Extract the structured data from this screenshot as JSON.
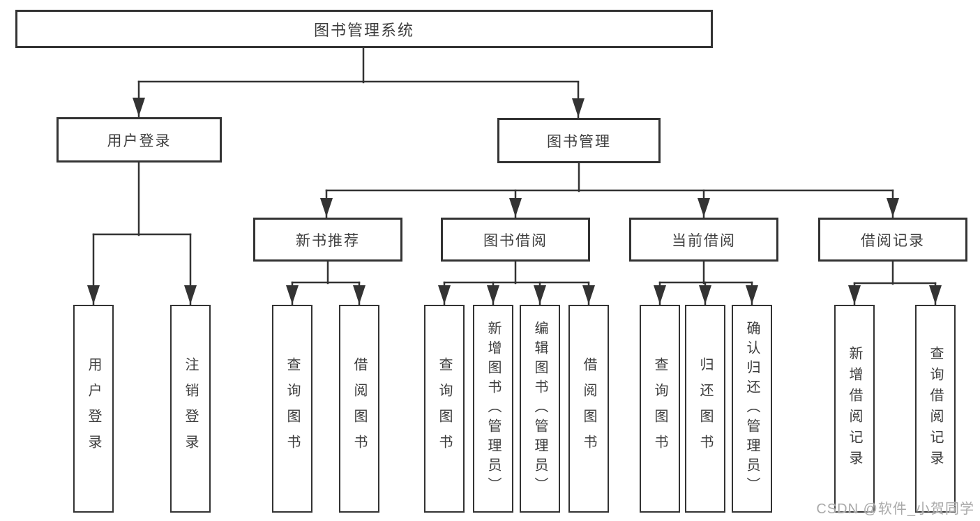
{
  "diagram": {
    "root": {
      "label": "图书管理系统"
    },
    "branches": [
      {
        "label": "用户登录",
        "leaves": [
          {
            "label": "用户登录"
          },
          {
            "label": "注销登录"
          }
        ]
      },
      {
        "label": "图书管理",
        "children": [
          {
            "label": "新书推荐",
            "leaves": [
              {
                "label": "查询图书"
              },
              {
                "label": "借阅图书"
              }
            ]
          },
          {
            "label": "图书借阅",
            "leaves": [
              {
                "label": "查询图书"
              },
              {
                "label": "新增图书（管理员）"
              },
              {
                "label": "编辑图书（管理员）"
              },
              {
                "label": "借阅图书"
              }
            ]
          },
          {
            "label": "当前借阅",
            "leaves": [
              {
                "label": "查询图书"
              },
              {
                "label": "归还图书"
              },
              {
                "label": "确认归还（管理员）"
              }
            ]
          },
          {
            "label": "借阅记录",
            "leaves": [
              {
                "label": "新增借阅记录"
              },
              {
                "label": "查询借阅记录"
              }
            ]
          }
        ]
      }
    ],
    "watermark": "CSDN @软件_小贺同学",
    "colors": {
      "line": "#333333",
      "text": "#3d3d3d",
      "watermark": "#a9a9a9",
      "background": "#ffffff"
    }
  }
}
